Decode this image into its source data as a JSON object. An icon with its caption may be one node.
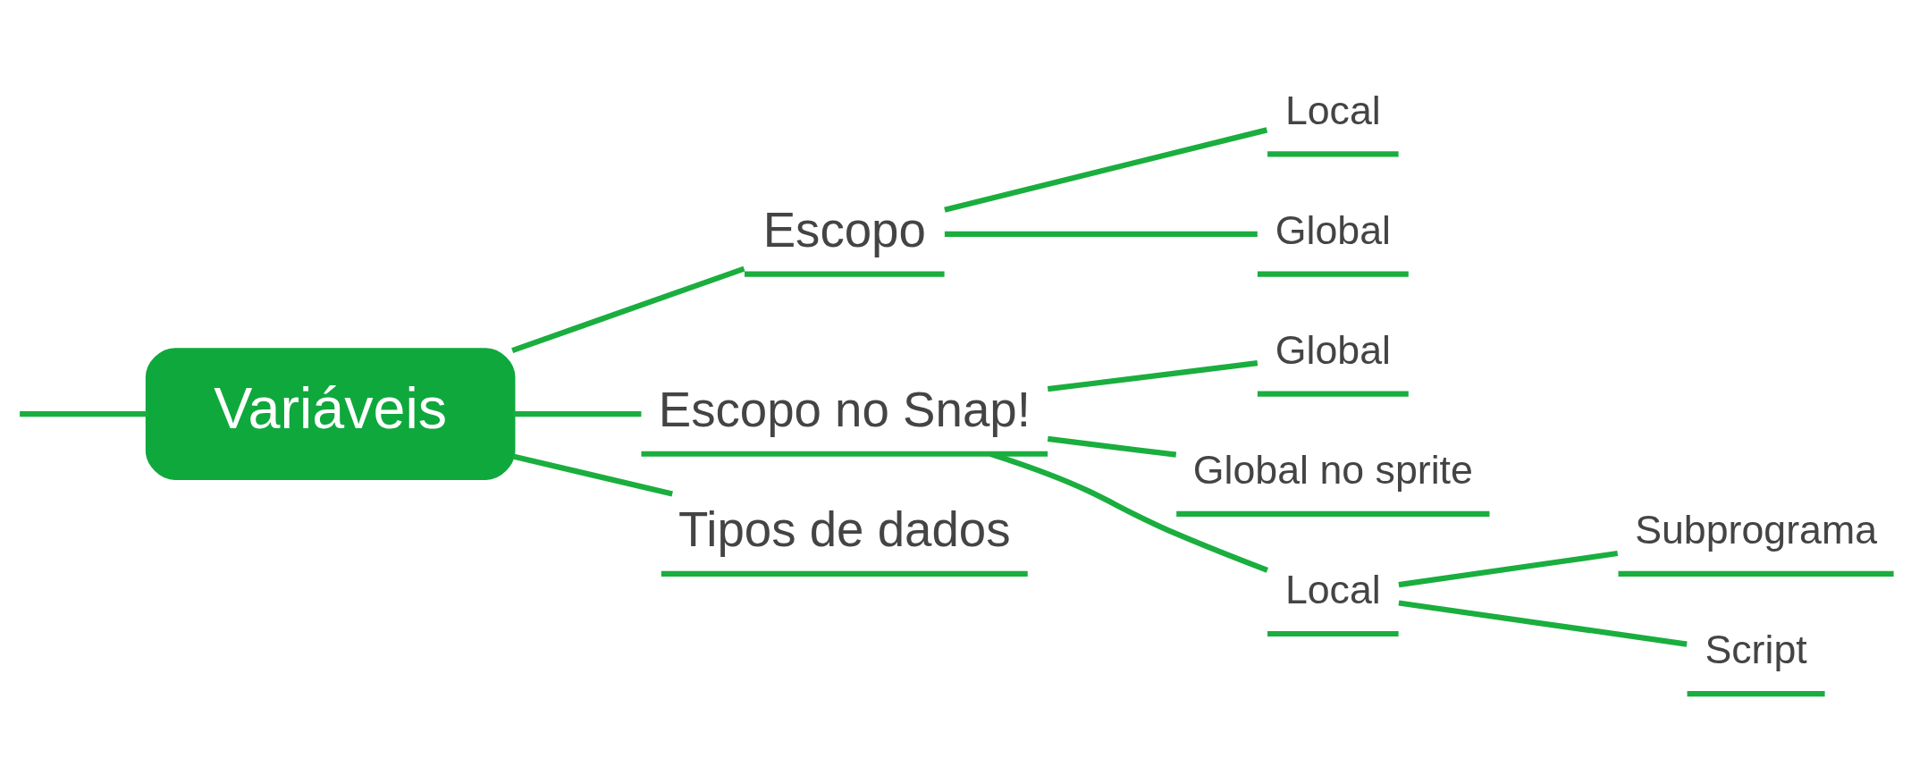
{
  "diagram": {
    "nodes": [
      {
        "text": [
          "Variáveis"
        ]
      },
      {
        "text": [
          "Escopo"
        ]
      },
      {
        "text": [
          "Local"
        ]
      },
      {
        "text": [
          "Global"
        ]
      },
      {
        "text": [
          "Escopo no Snap!"
        ]
      },
      {
        "text": [
          "Global"
        ]
      },
      {
        "text": [
          "Global no sprite"
        ]
      },
      {
        "text": [
          "Local"
        ]
      },
      {
        "text": [
          "Subprograma"
        ]
      },
      {
        "text": [
          "Script"
        ]
      },
      {
        "text": [
          "Tipos de dados"
        ]
      }
    ],
    "edges": [
      {
        "from": null,
        "to": 0,
        "arrow": "none"
      },
      {
        "from": 0,
        "to": 1,
        "arrow": "none"
      },
      {
        "from": 1,
        "to": 2,
        "arrow": "none"
      },
      {
        "from": 1,
        "to": 3,
        "arrow": "none"
      },
      {
        "from": 0,
        "to": 4,
        "arrow": "none"
      },
      {
        "from": 4,
        "to": 5,
        "arrow": "none"
      },
      {
        "from": 4,
        "to": 6,
        "arrow": "none"
      },
      {
        "from": 4,
        "to": 7,
        "arrow": "none"
      },
      {
        "from": 7,
        "to": 8,
        "arrow": "none"
      },
      {
        "from": 7,
        "to": 9,
        "arrow": "none"
      },
      {
        "from": 0,
        "to": 10,
        "arrow": "none"
      }
    ]
  }
}
